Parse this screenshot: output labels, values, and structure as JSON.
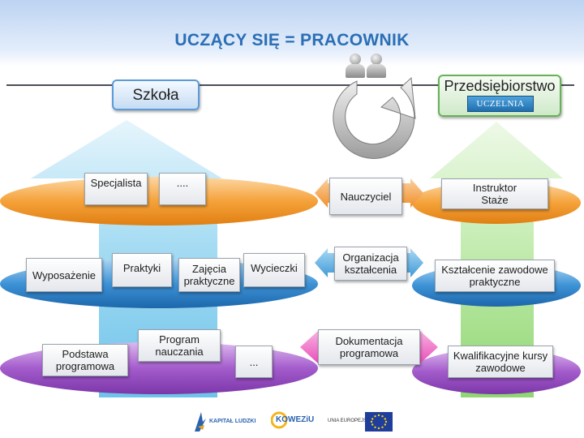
{
  "title": "UCZĄCY SIĘ = PRACOWNIK",
  "left_column": {
    "header": "Szkoła"
  },
  "right_column": {
    "header": "Przedsiębiorstwo",
    "badge": "UCZELNIA"
  },
  "level1": {
    "left": [
      "Specjalista",
      "...."
    ],
    "middle": "Nauczyciel",
    "right": [
      "Instruktor",
      "Staże"
    ]
  },
  "level2": {
    "left": [
      "Wyposażenie",
      "Praktyki",
      "Zajęcia praktyczne",
      "Wycieczki"
    ],
    "middle": [
      "Organizacja",
      "kształcenia"
    ],
    "right": [
      "Kształcenie zawodowe",
      "praktyczne"
    ]
  },
  "level3": {
    "left": [
      "Podstawa programowa",
      "Program nauczania",
      "..."
    ],
    "middle": [
      "Dokumentacja",
      "programowa"
    ],
    "right": [
      "Kwalifikacyjne kursy",
      "zawodowe"
    ]
  },
  "footer_logos": {
    "kapital": "KAPITAŁ LUDZKI",
    "kowezu": "KOWEZiU",
    "ue": "UNIA EUROPEJSKA"
  },
  "colors": {
    "title": "#2a6fb5",
    "orange_disc": "#f39a2a",
    "blue_disc": "#2f82c8",
    "purple_disc": "#9b4fc4",
    "arrow_blue": "#8fd0ef",
    "arrow_green": "#a9e28f",
    "middle_orange": "#f4a64a",
    "middle_blue": "#5aaee0",
    "middle_pink": "#ef66c4"
  }
}
